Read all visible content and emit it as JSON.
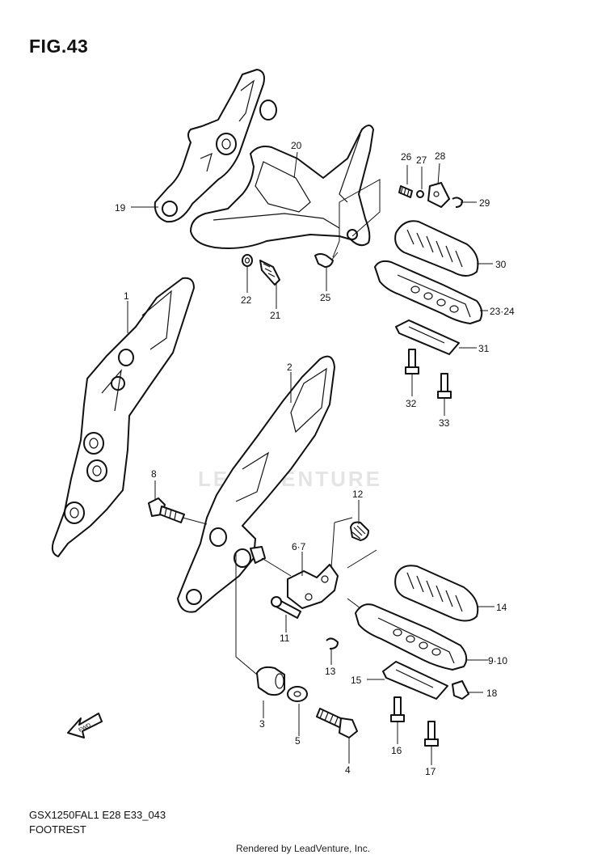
{
  "figure": {
    "title": "FIG.43",
    "model_code": "GSX1250FAL1 E28 E33_043",
    "section_name": "FOOTREST",
    "watermark": "LEADVENTURE",
    "fwd_label": "FWD"
  },
  "footer": {
    "rendered_by": "Rendered by LeadVenture, Inc."
  },
  "callouts": {
    "c1": "1",
    "c2": "2",
    "c3": "3",
    "c4": "4",
    "c5": "5",
    "c6_7": "6·7",
    "c8": "8",
    "c9_10": "9·10",
    "c11": "11",
    "c12": "12",
    "c13": "13",
    "c14": "14",
    "c15": "15",
    "c16": "16",
    "c17": "17",
    "c18": "18",
    "c19": "19",
    "c20": "20",
    "c21": "21",
    "c22": "22",
    "c23_24": "23·24",
    "c25": "25",
    "c26": "26",
    "c27": "27",
    "c28": "28",
    "c29": "29",
    "c30": "30",
    "c31": "31",
    "c32": "32",
    "c33": "33"
  },
  "colors": {
    "ink": "#111111",
    "watermark": "#e4e4e4",
    "background": "#ffffff"
  }
}
